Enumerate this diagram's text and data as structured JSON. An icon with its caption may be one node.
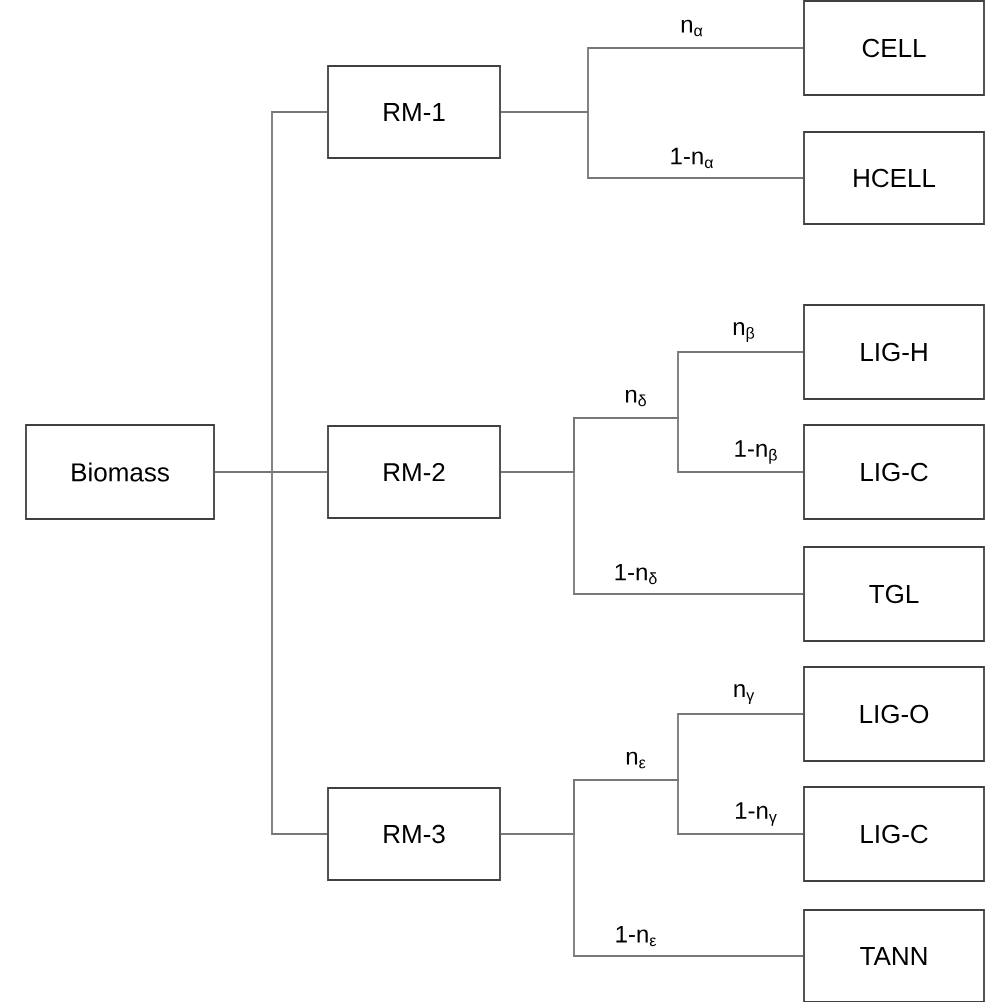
{
  "diagram": {
    "nodes": [
      {
        "text": [
          "Biomass"
        ]
      },
      {
        "text": [
          "RM-1"
        ]
      },
      {
        "text": [
          "RM-2"
        ]
      },
      {
        "text": [
          "RM-3"
        ]
      },
      {
        "text": [
          "CELL"
        ]
      },
      {
        "text": [
          "HCELL"
        ]
      },
      {
        "text": [
          "LIG-H"
        ]
      },
      {
        "text": [
          "LIG-C"
        ]
      },
      {
        "text": [
          "TGL"
        ]
      },
      {
        "text": [
          "LIG-O"
        ]
      },
      {
        "text": [
          "LIG-C"
        ]
      },
      {
        "text": [
          "TANN"
        ]
      }
    ],
    "edges": [
      {
        "from": 0,
        "to": 1,
        "arrow": "none"
      },
      {
        "from": 0,
        "to": 2,
        "arrow": "none"
      },
      {
        "from": 0,
        "to": 3,
        "arrow": "none"
      },
      {
        "from": 1,
        "to": 4,
        "arrow": "none",
        "label": "n$_{α}$"
      },
      {
        "from": 1,
        "to": 5,
        "arrow": "none",
        "label": "1-n$_{α}$"
      },
      {
        "from": 2,
        "to": 6,
        "arrow": "none",
        "label": "n$_{β}$"
      },
      {
        "from": 2,
        "to": 7,
        "arrow": "none",
        "label": "1-n$_{β}$"
      },
      {
        "from": 2,
        "to": 8,
        "arrow": "none",
        "label": "1-n$_{δ}$"
      },
      {
        "from": 3,
        "to": 9,
        "arrow": "none",
        "label": "n$_{γ}$"
      },
      {
        "from": 3,
        "to": 10,
        "arrow": "none",
        "label": "1-n$_{γ}$"
      },
      {
        "from": 3,
        "to": 11,
        "arrow": "none",
        "label": "1-n$_{ε}$"
      }
    ],
    "labels": [
      "n$_{δ}$",
      "n$_{ε}$"
    ]
  }
}
